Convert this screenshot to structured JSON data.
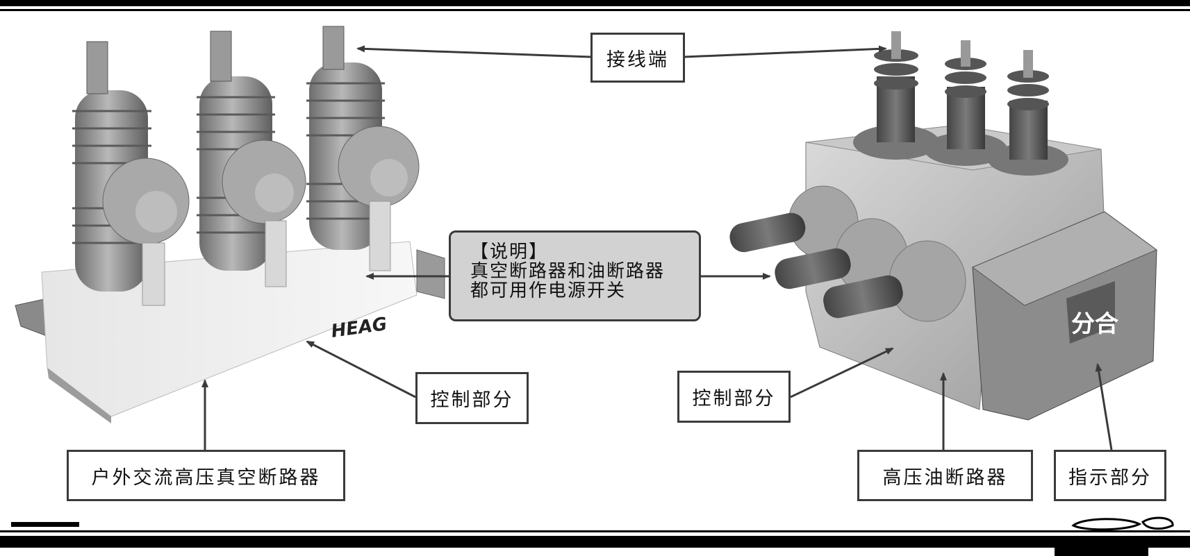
{
  "labels": {
    "terminal": "接线端",
    "note_title": "【说明】",
    "note_line1": "真空断路器和油断路器",
    "note_line2": "都可用作电源开关",
    "control_left": "控制部分",
    "control_right": "控制部分",
    "vacuum_breaker": "户外交流高压真空断路器",
    "oil_breaker": "高压油断路器",
    "indicator": "指示部分"
  },
  "photo_text": {
    "brand": "HEAG",
    "switch_label": "分合"
  },
  "colors": {
    "frame": "#000000",
    "note_bg": "#d2d2d2",
    "arrow": "#3a3a3a"
  }
}
